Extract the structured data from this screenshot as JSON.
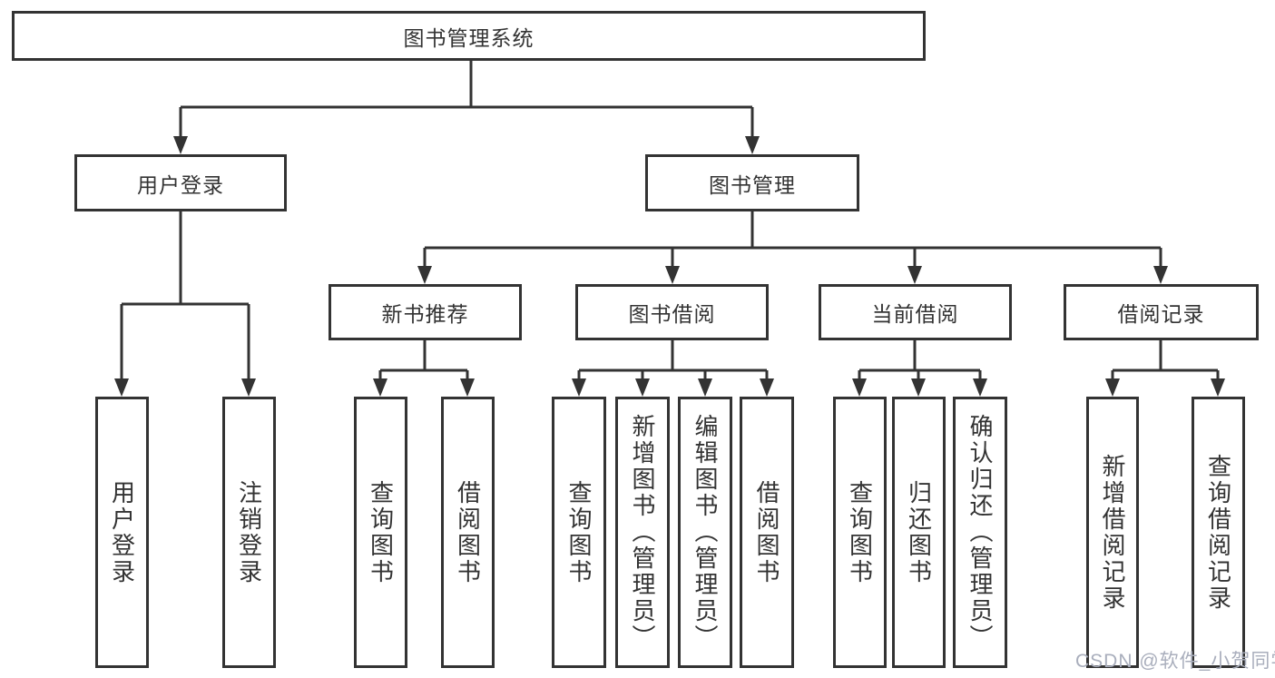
{
  "diagram_type": "functional-structure-tree",
  "tree": {
    "label": "图书管理系统",
    "children": [
      {
        "label": "用户登录",
        "children": [
          {
            "label": "用户登录"
          },
          {
            "label": "注销登录"
          }
        ]
      },
      {
        "label": "图书管理",
        "children": [
          {
            "label": "新书推荐",
            "children": [
              {
                "label": "查询图书"
              },
              {
                "label": "借阅图书"
              }
            ]
          },
          {
            "label": "图书借阅",
            "children": [
              {
                "label": "查询图书"
              },
              {
                "label": "新增图书（管理员）"
              },
              {
                "label": "编辑图书（管理员）"
              },
              {
                "label": "借阅图书"
              }
            ]
          },
          {
            "label": "当前借阅",
            "children": [
              {
                "label": "查询图书"
              },
              {
                "label": "归还图书"
              },
              {
                "label": "确认归还（管理员）"
              }
            ]
          },
          {
            "label": "借阅记录",
            "children": [
              {
                "label": "新增借阅记录"
              },
              {
                "label": "查询借阅记录"
              }
            ]
          }
        ]
      }
    ]
  },
  "watermark": "CSDN @软件_小贺同学",
  "colors": {
    "line": "#333333",
    "box_border": "#333333",
    "text": "#333333",
    "box_background": "#ffffff",
    "watermark": "#a9aebc",
    "background": "#ffffff"
  }
}
